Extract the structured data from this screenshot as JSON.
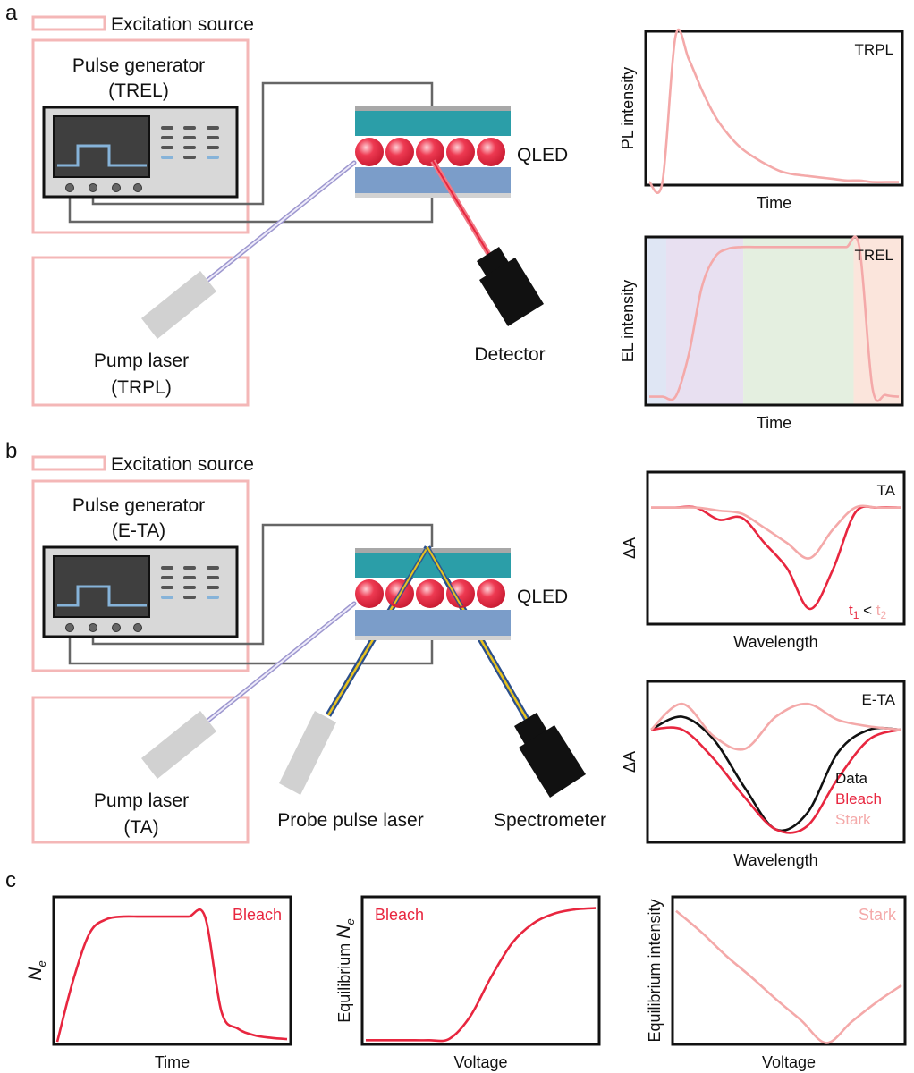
{
  "panels": {
    "a": "a",
    "b": "b",
    "c": "c"
  },
  "colors": {
    "excitation": "#f4b7b7",
    "bleach": "#e8263f",
    "stark": "#f4a9a9",
    "data": "#111111",
    "etl": "#2b9ea8",
    "htl": "#7b9dc9",
    "qd": "#e8263f",
    "probe_beam": "#e8c21e",
    "pump_beam": "#b9b3e0"
  },
  "icons": [
    "pulse-generator-icon",
    "pump-laser-icon",
    "probe-laser-icon",
    "detector-icon",
    "spectrometer-icon",
    "qled-device-icon"
  ],
  "setup_a": {
    "legend": "Excitation source",
    "pulse_generator": [
      "Pulse generator",
      "(TREL)"
    ],
    "pump_laser": [
      "Pump laser",
      "(TRPL)"
    ],
    "device": "QLED",
    "detector": "Detector"
  },
  "setup_b": {
    "legend": "Excitation source",
    "pulse_generator": [
      "Pulse generator",
      "(E-TA)"
    ],
    "pump_laser": [
      "Pump laser",
      "(TA)"
    ],
    "probe_laser": "Probe pulse laser",
    "device": "QLED",
    "detector": "Spectrometer"
  },
  "chart_data": [
    {
      "id": "trpl",
      "type": "line",
      "title": "TRPL",
      "xlabel": "Time",
      "ylabel": "PL intensity",
      "series": [
        {
          "values": [
            0.02,
            0.02,
            0.97,
            0.82,
            0.62,
            0.45,
            0.33,
            0.24,
            0.18,
            0.13,
            0.09,
            0.07,
            0.06,
            0.05,
            0.04,
            0.03,
            0.03,
            0.02,
            0.02,
            0.02
          ],
          "color": "#f4a9a9"
        }
      ]
    },
    {
      "id": "trel",
      "type": "line",
      "title": "TREL",
      "xlabel": "Time",
      "ylabel": "EL intensity",
      "series": [
        {
          "values": [
            0.05,
            0.05,
            0.05,
            0.3,
            0.7,
            0.88,
            0.93,
            0.94,
            0.94,
            0.94,
            0.94,
            0.94,
            0.94,
            0.94,
            0.94,
            0.94,
            0.94,
            0.1,
            0.06,
            0.05
          ],
          "color": "#f4a9a9"
        }
      ],
      "shaded_regions": [
        "#dfe6f4",
        "#e8e0f1",
        "#e4efe0",
        "#fbe5dc"
      ]
    },
    {
      "id": "ta",
      "type": "line",
      "title": "TA",
      "xlabel": "Wavelength",
      "ylabel": "ΔA",
      "series": [
        {
          "name": "t1",
          "values": [
            0.0,
            0.0,
            0.0,
            -0.12,
            -0.1,
            -0.35,
            -0.6,
            -1.0,
            -0.62,
            -0.05,
            0.0,
            0.0
          ],
          "color": "#e8263f"
        },
        {
          "name": "t2",
          "values": [
            0.0,
            0.0,
            0.0,
            -0.03,
            -0.06,
            -0.2,
            -0.35,
            -0.5,
            -0.22,
            0.0,
            0.0,
            0.0
          ],
          "color": "#f4a9a9"
        }
      ],
      "annotation": {
        "a": "t",
        "a_sub": "1",
        "op": " < ",
        "b": "t",
        "b_sub": "2"
      }
    },
    {
      "id": "eta",
      "type": "line",
      "title": "E-TA",
      "xlabel": "Wavelength",
      "ylabel": "ΔA",
      "series": [
        {
          "name": "Data",
          "values": [
            0.55,
            0.75,
            0.4,
            -0.35,
            -1.0,
            -0.75,
            0.2,
            0.55,
            0.55
          ],
          "color": "#111111"
        },
        {
          "name": "Bleach",
          "values": [
            0.55,
            0.55,
            0.1,
            -0.5,
            -1.0,
            -0.95,
            -0.2,
            0.4,
            0.55
          ],
          "color": "#e8263f"
        },
        {
          "name": "Stark",
          "values": [
            0.55,
            0.95,
            0.45,
            0.25,
            0.75,
            0.95,
            0.7,
            0.6,
            0.55
          ],
          "color": "#f4a9a9"
        }
      ]
    },
    {
      "id": "c1",
      "type": "line",
      "title": "Bleach",
      "xlabel": "Time",
      "ylabel": "N",
      "ylabel_sub": "e",
      "series": [
        {
          "values": [
            0.02,
            0.5,
            0.85,
            0.95,
            0.97,
            0.97,
            0.97,
            0.97,
            0.97,
            0.97,
            0.25,
            0.12,
            0.07,
            0.05,
            0.04
          ],
          "color": "#e8263f"
        }
      ]
    },
    {
      "id": "c2",
      "type": "line",
      "title": "Bleach",
      "xlabel": "Voltage",
      "ylabel": "Equilibrium N",
      "ylabel_sub": "e",
      "series": [
        {
          "values": [
            0.03,
            0.03,
            0.03,
            0.03,
            0.04,
            0.2,
            0.48,
            0.72,
            0.86,
            0.93,
            0.96,
            0.97
          ],
          "color": "#e8263f"
        }
      ]
    },
    {
      "id": "c3",
      "type": "line",
      "title": "Stark",
      "xlabel": "Voltage",
      "ylabel": "Equilibrium intensity",
      "series": [
        {
          "values": [
            0.95,
            0.8,
            0.63,
            0.48,
            0.32,
            0.17,
            0.01,
            0.16,
            0.3,
            0.42
          ],
          "color": "#f4a9a9"
        }
      ]
    }
  ]
}
